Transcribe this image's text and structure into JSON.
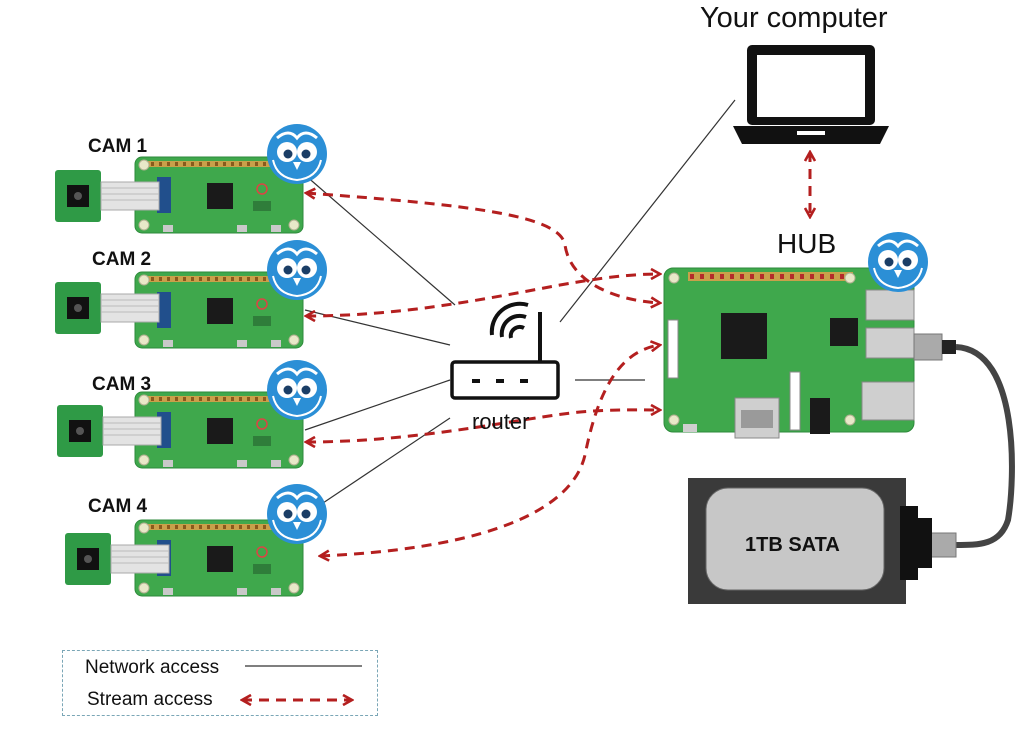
{
  "labels": {
    "computer": "Your computer",
    "hub": "HUB",
    "router": "router",
    "storage": "1TB SATA"
  },
  "cameras": [
    {
      "label": "CAM 1"
    },
    {
      "label": "CAM 2"
    },
    {
      "label": "CAM 3"
    },
    {
      "label": "CAM 4"
    }
  ],
  "legend": {
    "network": "Network access",
    "stream": "Stream access"
  },
  "colors": {
    "pcb_green": "#3fa84c",
    "stream_red": "#b41f1f",
    "owl_blue": "#2b8fd6",
    "network_line": "#333333"
  },
  "icons": [
    "owl-logo-icon",
    "wifi-router-icon",
    "laptop-icon",
    "camera-module-icon",
    "sata-drive-icon",
    "usb-cable-icon"
  ]
}
